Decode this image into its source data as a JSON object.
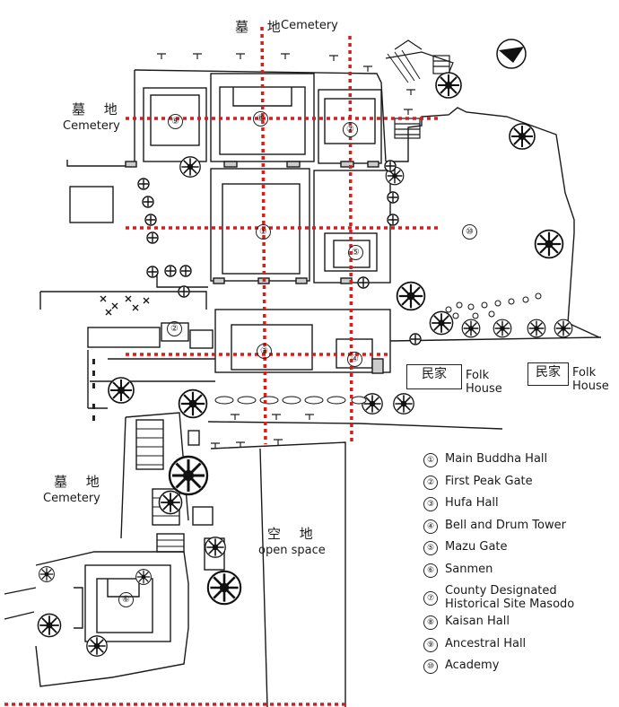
{
  "labels": {
    "cemetery_top_cn": "墓 地",
    "cemetery_top_en": "Cemetery",
    "cemetery_left_cn": "墓 地",
    "cemetery_left_en": "Cemetery",
    "cemetery_bottom_cn": "墓 地",
    "cemetery_bottom_en": "Cemetery",
    "open_space_cn": "空 地",
    "open_space_en": "open space",
    "folk_house_1_cn": "民家",
    "folk_house_1_en": "Folk\nHouse",
    "folk_house_2_cn": "民家",
    "folk_house_2_en": "Folk\nHouse"
  },
  "plan_numbers": [
    "①",
    "②",
    "③",
    "④",
    "⑤",
    "⑥",
    "⑦",
    "⑧",
    "⑨",
    "⑩"
  ],
  "legend": [
    {
      "num": "①",
      "label": "Main Buddha Hall"
    },
    {
      "num": "②",
      "label": "First Peak Gate"
    },
    {
      "num": "③",
      "label": "Hufa Hall"
    },
    {
      "num": "④",
      "label": "Bell and Drum Tower"
    },
    {
      "num": "⑤",
      "label": "Mazu Gate"
    },
    {
      "num": "⑥",
      "label": "Sanmen"
    },
    {
      "num": "⑦",
      "label": "County Designated\nHistorical Site Masodo"
    },
    {
      "num": "⑧",
      "label": "Kaisan Hall"
    },
    {
      "num": "⑨",
      "label": "Ancestral Hall"
    },
    {
      "num": "⑩",
      "label": "Academy"
    }
  ],
  "icons": [
    "north-arrow-icon",
    "tree-icon",
    "grave-marker-icon",
    "stair-icon"
  ],
  "colors": {
    "axis_line": "#d41f1f",
    "ink": "#1a1a1a",
    "background": "#ffffff"
  }
}
